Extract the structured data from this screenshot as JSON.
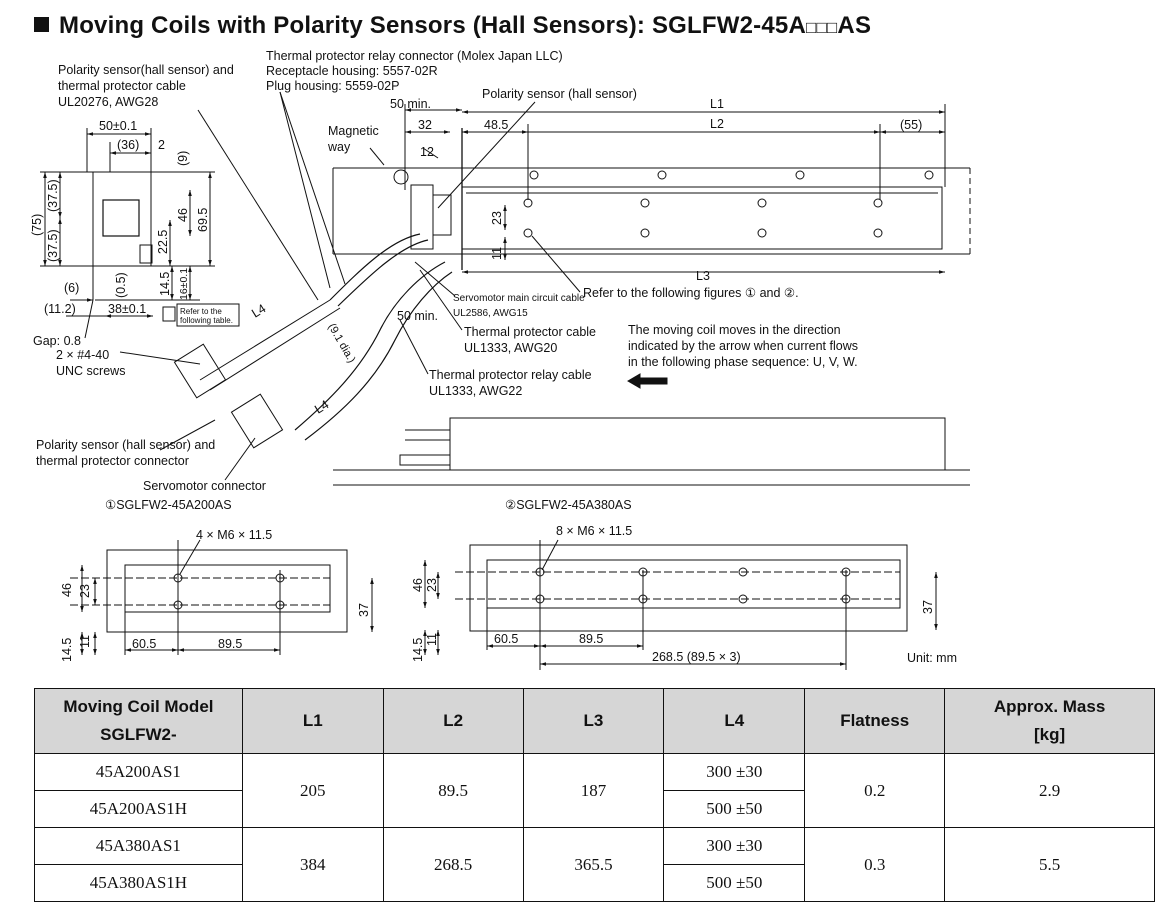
{
  "title": {
    "main": "Moving Coils with Polarity Sensors (Hall Sensors): SGLFW2-45A",
    "boxes": "□□□",
    "suffix": "AS"
  },
  "drawing": {
    "callouts": {
      "polarity_cable": [
        "Polarity sensor(hall sensor) and",
        "thermal protector cable",
        "UL20276, AWG28"
      ],
      "relay_connector": [
        "Thermal protector relay connector (Molex Japan LLC)",
        "Receptacle housing: 5557-02R",
        "Plug housing: 5559-02P"
      ],
      "polarity_sensor": "Polarity sensor (hall sensor)",
      "magnetic_way": [
        "Magnetic",
        "way"
      ],
      "servomotor_cable": [
        "Servomotor main circuit cable",
        "UL2586, AWG15"
      ],
      "thermal_cable": [
        "Thermal protector cable",
        "UL1333, AWG20"
      ],
      "relay_cable": [
        "Thermal protector relay cable",
        "UL1333, AWG22"
      ],
      "refer_figures": "Refer to the following figures ① and ②.",
      "refer_table": [
        "Refer to the",
        "following table."
      ],
      "gap": "Gap: 0.8",
      "screws": [
        "2 × #4-40",
        "UNC screws"
      ],
      "polarity_connector": [
        "Polarity sensor (hall sensor) and",
        "thermal protector connector"
      ],
      "servomotor_connector": "Servomotor connector",
      "direction_note": [
        "The moving coil moves in the direction",
        "indicated by the arrow when current flows",
        "in the following phase sequence: U, V, W."
      ],
      "cable_dia": "(9.1 dia.)",
      "unit": "Unit: mm"
    },
    "dims": {
      "d50": "50±0.1",
      "d36": "(36)",
      "d2": "2",
      "d9": "(9)",
      "d375a": "(37.5)",
      "d375b": "(37.5)",
      "d75": "(75)",
      "d46": "46",
      "d695": "69.5",
      "d225": "22.5",
      "d145": "14.5",
      "d16": "16±0.1",
      "d05": "(0.5)",
      "d6": "(6)",
      "d112": "(11.2)",
      "d38": "38±0.1",
      "d50min_a": "50 min.",
      "d50min_b": "50 min.",
      "d32": "32",
      "d12": "12",
      "d485": "48.5",
      "L1": "L1",
      "L2": "L2",
      "d55": "(55)",
      "d23": "23",
      "d11": "11",
      "L3": "L3",
      "L4a": "L4",
      "L4b": "L4"
    },
    "fig1": {
      "label": "①SGLFW2-45A200AS",
      "holes": "4 × M6 × 11.5",
      "d46": "46",
      "d23": "23",
      "d37": "37",
      "d145": "14.5",
      "d11": "11",
      "d605": "60.5",
      "d895": "89.5"
    },
    "fig2": {
      "label": "②SGLFW2-45A380AS",
      "holes": "8 × M6 × 11.5",
      "d46": "46",
      "d23": "23",
      "d37": "37",
      "d145": "14.5",
      "d11": "11",
      "d605": "60.5",
      "d895": "89.5",
      "d2685": "268.5 (89.5 × 3)"
    }
  },
  "table": {
    "headers": [
      "Moving Coil Model\nSGLFW2-",
      "L1",
      "L2",
      "L3",
      "L4",
      "Flatness",
      "Approx. Mass\n[kg]"
    ],
    "groups": [
      {
        "models": [
          "45A200AS1",
          "45A200AS1H"
        ],
        "L1": "205",
        "L2": "89.5",
        "L3": "187",
        "L4": [
          "300 ±30",
          "500 ±50"
        ],
        "flatness": "0.2",
        "mass": "2.9"
      },
      {
        "models": [
          "45A380AS1",
          "45A380AS1H"
        ],
        "L1": "384",
        "L2": "268.5",
        "L3": "365.5",
        "L4": [
          "300 ±30",
          "500 ±50"
        ],
        "flatness": "0.3",
        "mass": "5.5"
      }
    ]
  }
}
